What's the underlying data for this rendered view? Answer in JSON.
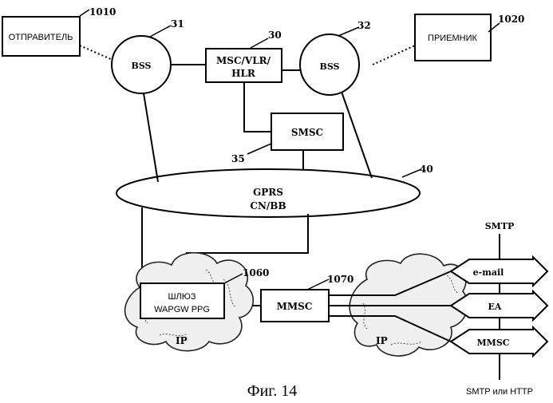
{
  "nodes": {
    "sender": {
      "label": "ОТПРАВИТЕЛЬ",
      "ref": "1010"
    },
    "receiver": {
      "label": "ПРИЕМНИК",
      "ref": "1020"
    },
    "bss_left": {
      "label": "BSS",
      "ref": "31"
    },
    "bss_right": {
      "label": "BSS",
      "ref": "32"
    },
    "msc": {
      "line1": "MSC/VLR/",
      "line2": "HLR",
      "ref": "30"
    },
    "smsc": {
      "label": "SMSC",
      "ref": "35"
    },
    "gprs": {
      "line1": "GPRS",
      "line2": "CN/BB",
      "ref": "40"
    },
    "gateway": {
      "line1": "ШЛЮЗ",
      "line2": "WAPGW PPG",
      "ref": "1060"
    },
    "mmsc": {
      "label": "MMSC",
      "ref": "1070"
    },
    "ip_left": {
      "label": "IP"
    },
    "ip_right": {
      "label": "IP"
    }
  },
  "protocols": {
    "top": "SMTP",
    "bottom": "SMTP или HTTP"
  },
  "outputs": [
    "e-mail",
    "EA",
    "MMSC"
  ],
  "caption": "Фиг. 14"
}
